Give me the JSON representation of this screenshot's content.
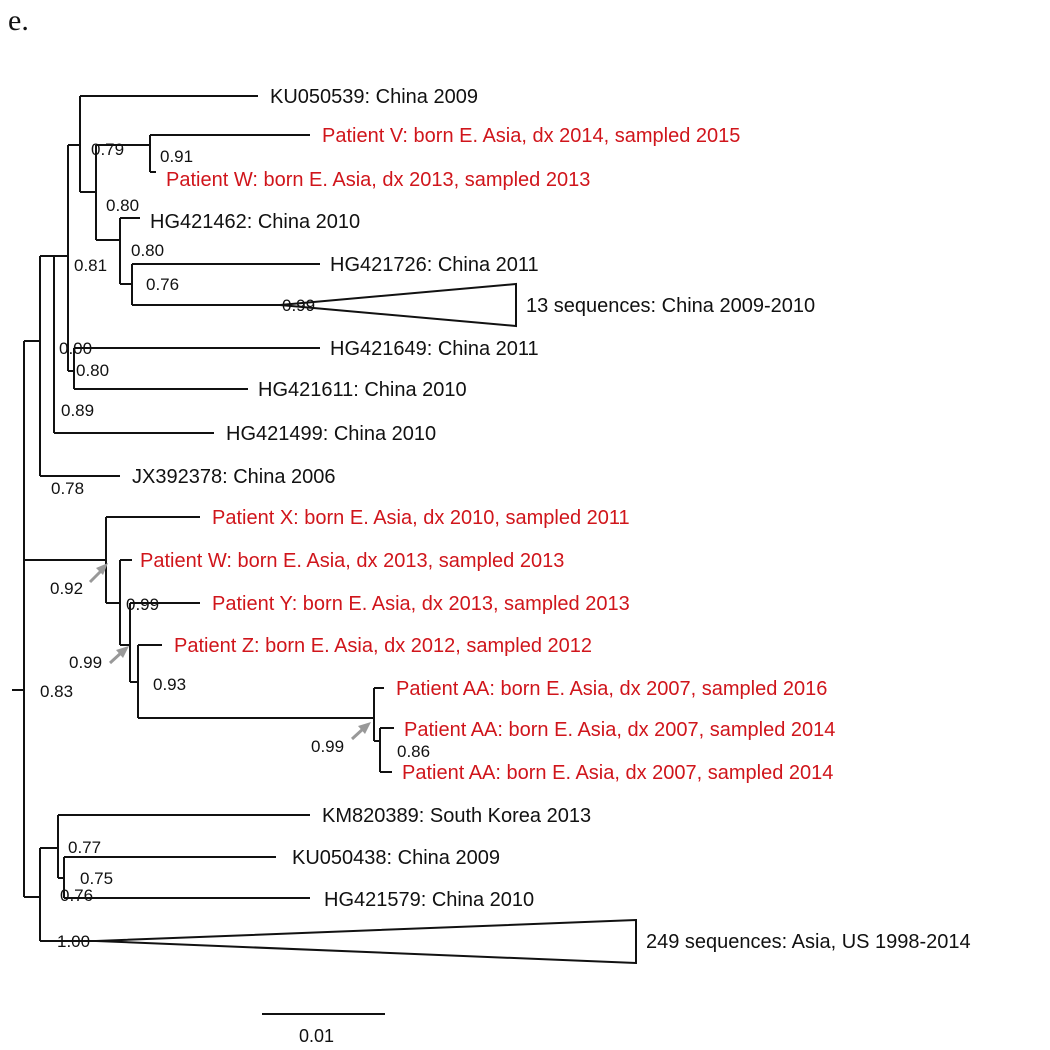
{
  "panel_letter": "e.",
  "colors": {
    "reference": "#111111",
    "patient": "#d0151b",
    "arrow": "#999999"
  },
  "tips": [
    {
      "label": "KU050539: China 2009",
      "group": "reference"
    },
    {
      "label": "Patient V: born E. Asia, dx 2014, sampled 2015",
      "group": "patient"
    },
    {
      "label": "Patient W: born E. Asia, dx 2013, sampled 2013",
      "group": "patient"
    },
    {
      "label": "HG421462: China 2010",
      "group": "reference"
    },
    {
      "label": "HG421726: China 2011",
      "group": "reference"
    },
    {
      "label": "13 sequences: China 2009-2010",
      "group": "reference",
      "collapsed": true
    },
    {
      "label": "HG421649: China 2011",
      "group": "reference"
    },
    {
      "label": "HG421611: China 2010",
      "group": "reference"
    },
    {
      "label": "HG421499: China 2010",
      "group": "reference"
    },
    {
      "label": "JX392378: China 2006",
      "group": "reference"
    },
    {
      "label": "Patient X: born E. Asia, dx 2010, sampled 2011",
      "group": "patient"
    },
    {
      "label": "Patient W: born E. Asia, dx 2013, sampled 2013",
      "group": "patient"
    },
    {
      "label": "Patient Y: born E. Asia, dx 2013, sampled 2013",
      "group": "patient"
    },
    {
      "label": "Patient Z: born E. Asia, dx 2012, sampled 2012",
      "group": "patient"
    },
    {
      "label": "Patient AA: born E. Asia, dx 2007, sampled 2016",
      "group": "patient"
    },
    {
      "label": "Patient AA: born E. Asia, dx 2007, sampled 2014",
      "group": "patient"
    },
    {
      "label": "Patient AA: born E. Asia, dx 2007, sampled 2014",
      "group": "patient"
    },
    {
      "label": "KM820389: South Korea 2013",
      "group": "reference"
    },
    {
      "label": "KU050438: China 2009",
      "group": "reference"
    },
    {
      "label": "HG421579: China 2010",
      "group": "reference"
    },
    {
      "label": "249 sequences: Asia, US 1998-2014",
      "group": "reference",
      "collapsed": true
    }
  ],
  "support_values": [
    "0.79",
    "0.91",
    "0.80",
    "0.80",
    "0.81",
    "0.76",
    "0.99",
    "0.00",
    "0.80",
    "0.89",
    "0.78",
    "0.92",
    "0.99",
    "0.99",
    "0.93",
    "0.83",
    "0.99",
    "0.86",
    "0.77",
    "0.75",
    "0.76",
    "1.00"
  ],
  "scale_bar": {
    "label": "0.01"
  }
}
